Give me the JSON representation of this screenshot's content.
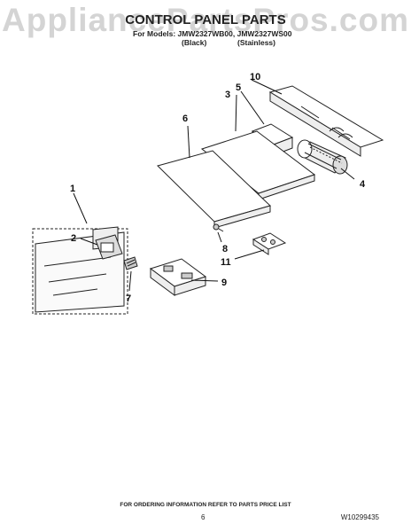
{
  "watermark": "AppliancePartsPros.com",
  "header": {
    "title": "CONTROL PANEL PARTS",
    "models_line": "For Models: JMW2327WB00, JMW2327WS00",
    "variant_black": "(Black)",
    "variant_stainless": "(Stainless)"
  },
  "callouts": [
    "1",
    "2",
    "3",
    "4",
    "5",
    "6",
    "7",
    "8",
    "9",
    "10",
    "11"
  ],
  "footer": {
    "ordering_note": "FOR ORDERING INFORMATION REFER TO PARTS PRICE LIST",
    "page_number": "6",
    "document_number": "W10299435"
  }
}
